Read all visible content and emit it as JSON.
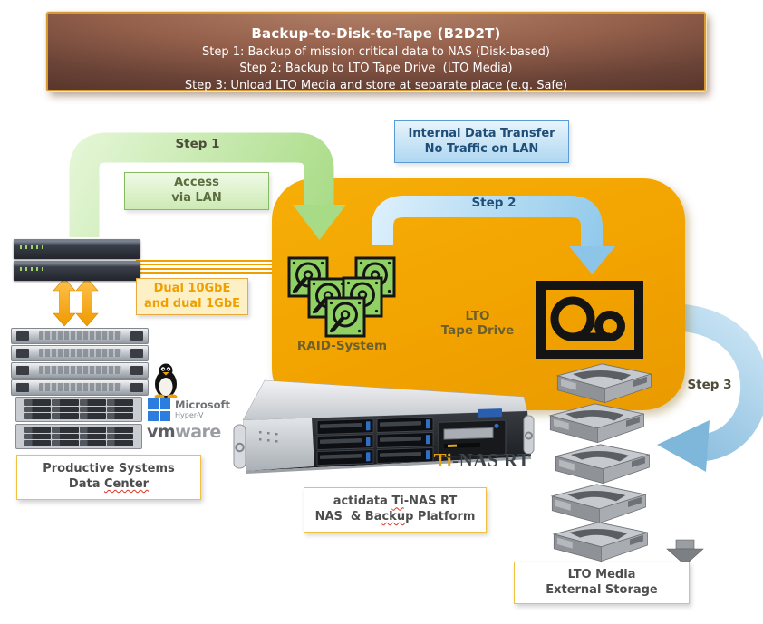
{
  "banner": {
    "title": "Backup-to-Disk-to-Tape (B2D2T)",
    "line1": "Step 1: Backup of mission critical data to NAS (Disk-based)",
    "line2": "Step 2: Backup to LTO Tape Drive  (LTO Media)",
    "line3": "Step 3: Unload LTO Media and store at separate place (e.g. Safe)"
  },
  "steps": {
    "step1": "Step 1",
    "step2": "Step 2",
    "step3": "Step 3"
  },
  "callouts": {
    "access": {
      "line1": "Access",
      "line2": "via LAN"
    },
    "internal": {
      "line1": "Internal Data Transfer",
      "line2": "No Traffic on LAN"
    },
    "dual": {
      "line1": "Dual 10GbE",
      "line2": "and dual 1GbE"
    },
    "raid": {
      "label": "RAID-System"
    },
    "lto_drive": {
      "line1": "LTO",
      "line2": "Tape Drive"
    },
    "productive": {
      "line1": "Productive Systems",
      "line2_pre": "Data ",
      "line2_wavy": "Center"
    },
    "nas": {
      "line1_pre": "actidata ",
      "line1_wavy": "Ti",
      "line1_post": "-NAS RT",
      "line2_pre": "NAS  & Ba",
      "line2_wavy": "cku",
      "line2_post": "p Platform"
    },
    "lto_media": {
      "line1": "LTO Media",
      "line2": "External Storage"
    }
  },
  "product": {
    "ti": "Ti",
    "rest": "-NAS RT"
  },
  "logos": {
    "microsoft": "Microsoft",
    "hyperv": "Hyper-V",
    "vmware_bold": "vm",
    "vmware_light": "ware"
  },
  "icons": {
    "raid_disk_icon": "green hard-disk",
    "tape_drive_icon": "black cassette reels",
    "lto_cartridge_icon": "gray 3D tape cartridge",
    "linux_icon": "tux penguin",
    "hyperv_icon": "blue four-pane window",
    "down_arrow_icon": "gray down arrow"
  },
  "colors": {
    "orange_panel": "#F2A300",
    "banner_brown": "#8A5A48",
    "banner_border": "#D89A2E",
    "green_arrow": "#A8DB85",
    "blue_arrow": "#8CC5E8",
    "orange_accent": "#F09A00",
    "navy_text": "#1F4E79",
    "olive_text": "#6B5F2E",
    "label_text": "#4D4D4D",
    "label_border_yellow": "#F0C040",
    "squiggle_red": "#E03020",
    "disk_green": "#8FD163"
  }
}
